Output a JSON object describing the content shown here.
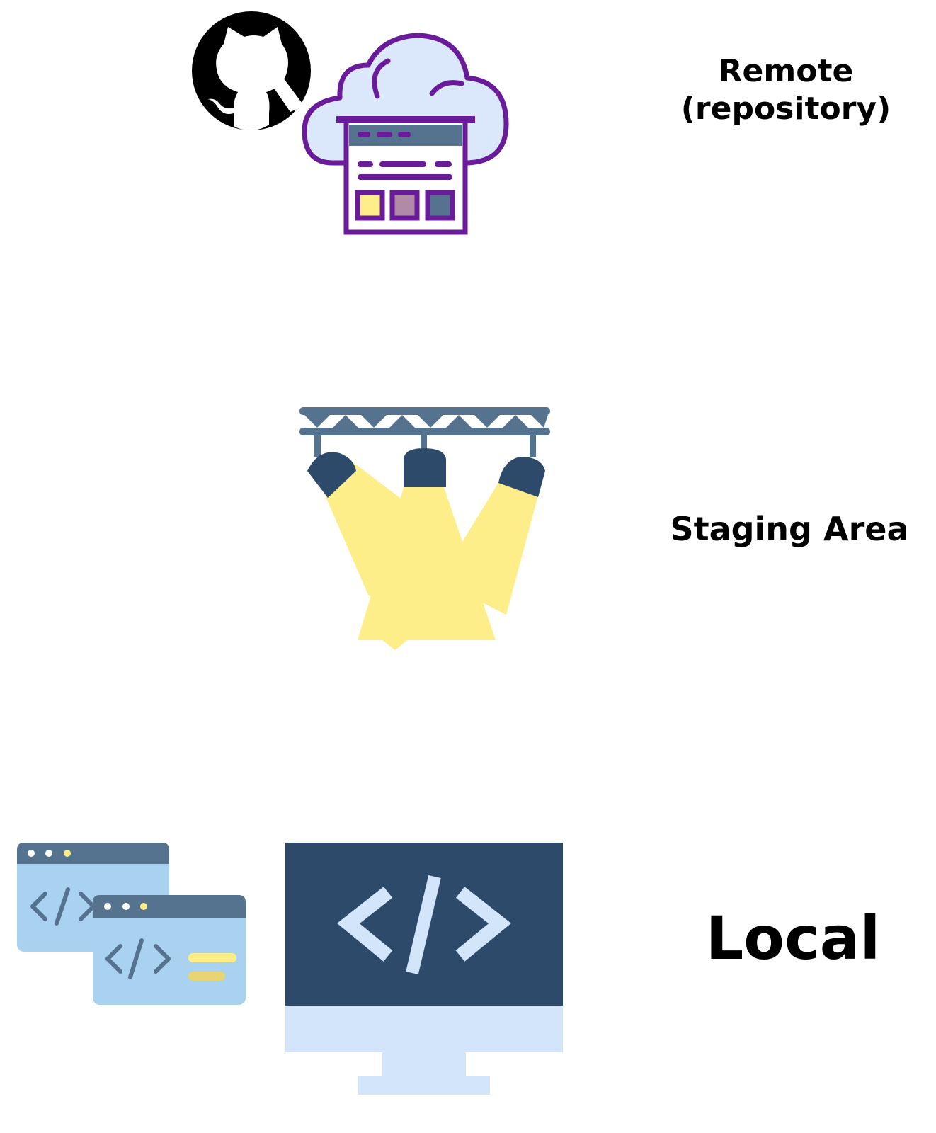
{
  "labels": {
    "remote_line1": "Remote",
    "remote_line2": "(repository)",
    "staging": "Staging Area",
    "local": "Local"
  },
  "icons": {
    "remote": [
      "github-octocat-icon",
      "cloud-repository-icon"
    ],
    "staging": "stage-spotlights-icon",
    "local": [
      "code-windows-icon",
      "code-monitor-icon"
    ]
  },
  "colors": {
    "purple": "#6a1b9a",
    "cloud_fill": "#dbe8fb",
    "slate": "#55728e",
    "navy": "#2d4a6b",
    "light_blue": "#a9d1f0",
    "pale_blue": "#d3e5fb",
    "yellow": "#fdee8a",
    "black": "#000000"
  }
}
